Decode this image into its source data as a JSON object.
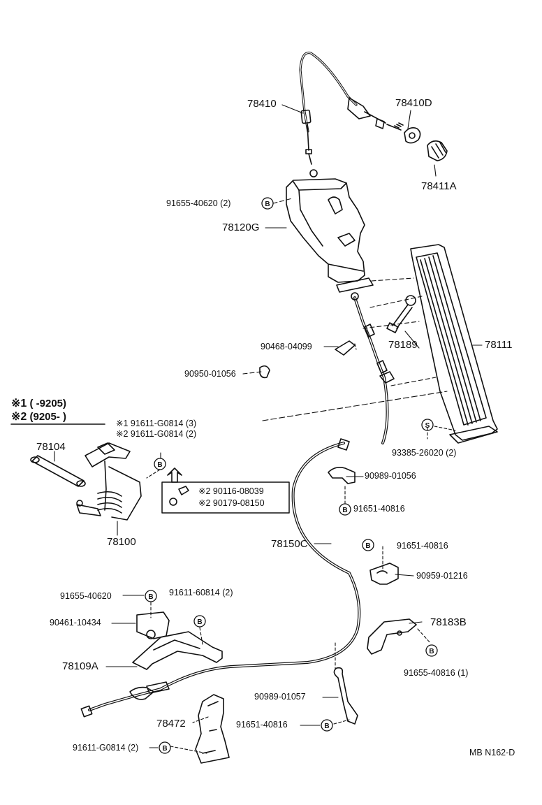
{
  "legend": {
    "rows": [
      {
        "mark": "※1",
        "text": "(      -9205)"
      },
      {
        "mark": "※2",
        "text": "(9205-        )"
      }
    ]
  },
  "labels": {
    "p78410": "78410",
    "p78410D": "78410D",
    "p78411A": "78411A",
    "p91655_40620_2": "91655-40620 (2)",
    "p78120G": "78120G",
    "p78111": "78111",
    "p78189": "78189",
    "p90468": "90468-04099",
    "p90950": "90950-01056",
    "p91611_g0814_3": "※1 91611-G0814 (3)",
    "p91611_g0814_2": "※2 91611-G0814 (2)",
    "p78104": "78104",
    "p90116": "※2  90116-08039",
    "p90179": "※2  90179-08150",
    "p78100": "78100",
    "p93385": "93385-26020 (2)",
    "p90989_01056": "90989-01056",
    "p91651_40816_a": "91651-40816",
    "p78150C": "78150C",
    "p91651_40816_b": "91651-40816",
    "p90959": "90959-01216",
    "p91655_40620": "91655-40620",
    "p91611_60814": "91611-60814 (2)",
    "p90461": "90461-10434",
    "p78183B": "78183B",
    "p91655_40816": "91655-40816 (1)",
    "p78109A": "78109A",
    "p90989_01057": "90989-01057",
    "p78472": "78472",
    "p91651_40816_c": "91651-40816",
    "p91611_g0814_b": "91611-G0814 (2)",
    "code": "MB   N162-D"
  },
  "badges": {
    "b": "B",
    "s": "S"
  }
}
